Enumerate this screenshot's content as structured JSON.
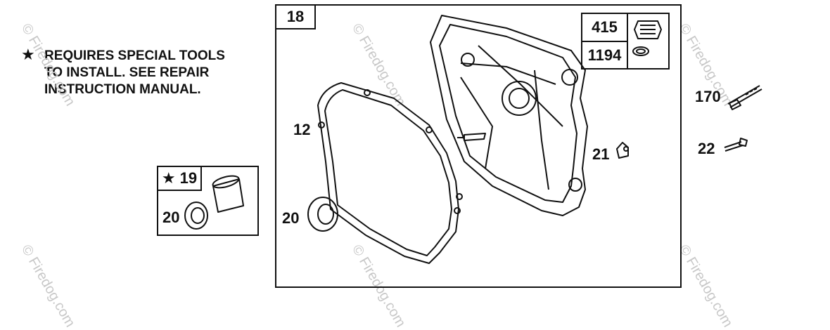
{
  "note": {
    "star": "★",
    "text": "REQUIRES SPECIAL TOOLS\nTO INSTALL.  SEE REPAIR\nINSTRUCTION MANUAL."
  },
  "main_box": {
    "label": "18"
  },
  "kit_box": {
    "label": "★ 19",
    "seal_label": "20"
  },
  "plug_box": {
    "plug_label": "415",
    "washer_label": "1194"
  },
  "callouts": {
    "gasket": "12",
    "seal": "20",
    "breather": "21",
    "stud": "170",
    "screw": "22"
  },
  "watermark": "© Firedog.com"
}
